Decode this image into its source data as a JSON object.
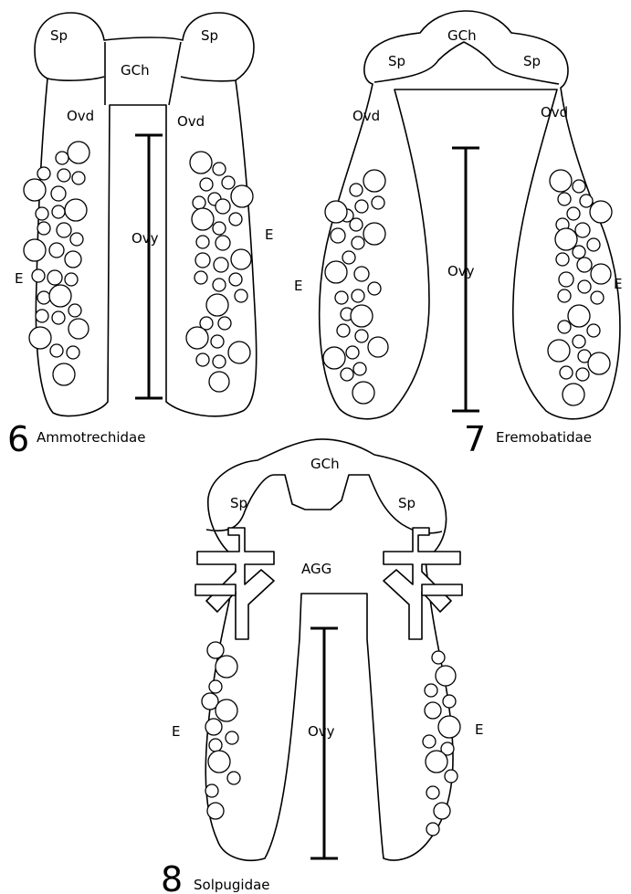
{
  "figures": [
    {
      "number": "6",
      "family": "Ammotrechidae",
      "labels": {
        "sp_left": "Sp",
        "sp_right": "Sp",
        "gch": "GCh",
        "ovd_left": "Ovd",
        "ovd_right": "Ovd",
        "ovy": "Ovy",
        "e_left": "E",
        "e_right": "E"
      }
    },
    {
      "number": "7",
      "family": "Eremobatidae",
      "labels": {
        "sp_left": "Sp",
        "sp_right": "Sp",
        "gch": "GCh",
        "ovd_left": "Ovd",
        "ovd_right": "Ovd",
        "ovy": "Ovy",
        "e_left": "E",
        "e_right": "E"
      }
    },
    {
      "number": "8",
      "family": "Solpugidae",
      "labels": {
        "sp_left": "Sp",
        "sp_right": "Sp",
        "gch": "GCh",
        "agg": "AGG",
        "ovy": "Ovy",
        "e_left": "E",
        "e_right": "E"
      }
    }
  ]
}
